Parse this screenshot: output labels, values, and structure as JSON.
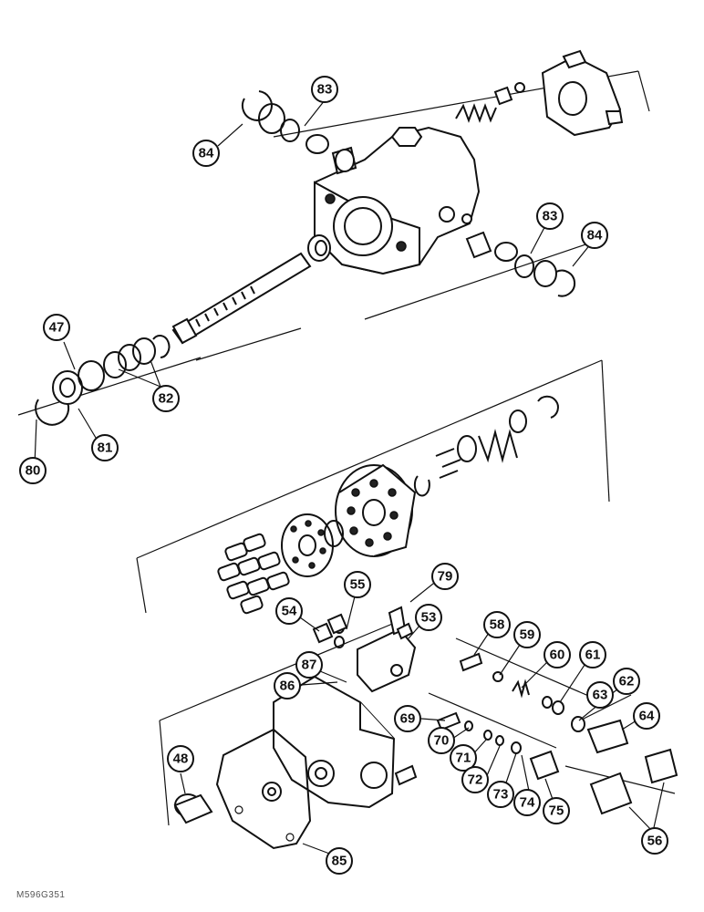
{
  "figure_code": "M596G351",
  "callouts": [
    {
      "id": "c84a",
      "label": "84"
    },
    {
      "id": "c83a",
      "label": "83"
    },
    {
      "id": "c83b",
      "label": "83"
    },
    {
      "id": "c84b",
      "label": "84"
    },
    {
      "id": "c47",
      "label": "47"
    },
    {
      "id": "c82",
      "label": "82"
    },
    {
      "id": "c81",
      "label": "81"
    },
    {
      "id": "c80",
      "label": "80"
    },
    {
      "id": "c79",
      "label": "79"
    },
    {
      "id": "c55",
      "label": "55"
    },
    {
      "id": "c54",
      "label": "54"
    },
    {
      "id": "c53",
      "label": "53"
    },
    {
      "id": "c58",
      "label": "58"
    },
    {
      "id": "c59",
      "label": "59"
    },
    {
      "id": "c60",
      "label": "60"
    },
    {
      "id": "c61",
      "label": "61"
    },
    {
      "id": "c62",
      "label": "62"
    },
    {
      "id": "c63",
      "label": "63"
    },
    {
      "id": "c64",
      "label": "64"
    },
    {
      "id": "c87",
      "label": "87"
    },
    {
      "id": "c86",
      "label": "86"
    },
    {
      "id": "c69",
      "label": "69"
    },
    {
      "id": "c70",
      "label": "70"
    },
    {
      "id": "c71",
      "label": "71"
    },
    {
      "id": "c72",
      "label": "72"
    },
    {
      "id": "c73",
      "label": "73"
    },
    {
      "id": "c74",
      "label": "74"
    },
    {
      "id": "c75",
      "label": "75"
    },
    {
      "id": "c48",
      "label": "48"
    },
    {
      "id": "c56",
      "label": "56"
    },
    {
      "id": "c85",
      "label": "85"
    }
  ]
}
